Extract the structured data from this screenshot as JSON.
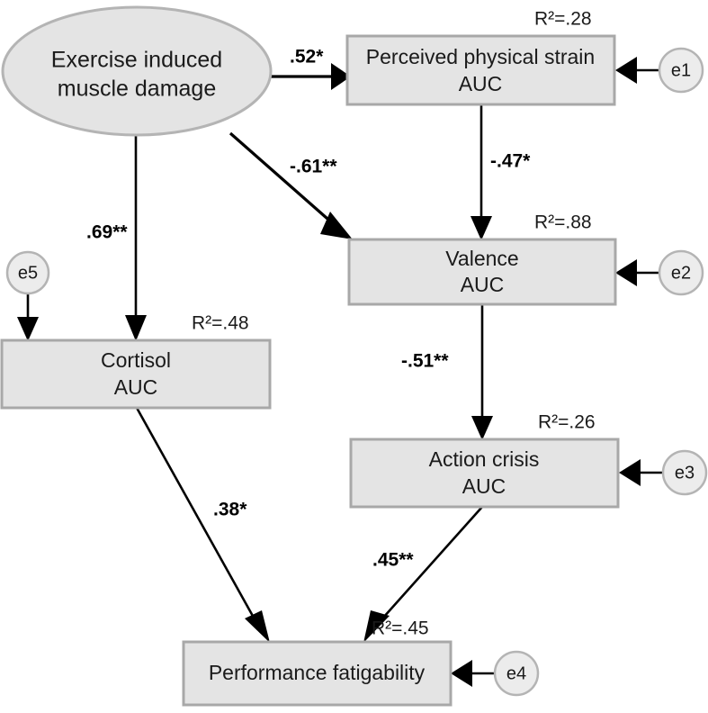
{
  "diagram": {
    "type": "structural-equation-model-path-diagram",
    "title": "",
    "background_color": "#ffffff",
    "node_fill": "#e4e4e4",
    "node_stroke": "#a8a8a8",
    "error_fill": "#ececec",
    "path_color": "#000000"
  },
  "nodes": {
    "latent": {
      "id": "exercise-induced-muscle-damage",
      "shape": "ellipse",
      "line1": "Exercise induced",
      "line2": "muscle damage"
    },
    "observed": [
      {
        "id": "perceived-physical-strain",
        "shape": "rectangle",
        "line1": "Perceived physical strain",
        "line2": "AUC",
        "r2": "R²=.28",
        "error": "e1"
      },
      {
        "id": "valence",
        "shape": "rectangle",
        "line1": "Valence",
        "line2": "AUC",
        "r2": "R²=.88",
        "error": "e2"
      },
      {
        "id": "cortisol",
        "shape": "rectangle",
        "line1": "Cortisol",
        "line2": "AUC",
        "r2": "R²=.48",
        "error": "e5"
      },
      {
        "id": "action-crisis",
        "shape": "rectangle",
        "line1": "Action crisis",
        "line2": "AUC",
        "r2": "R²=.26",
        "error": "e3"
      },
      {
        "id": "performance-fatigability",
        "shape": "rectangle",
        "line1": "Performance fatigability",
        "line2": "",
        "r2": "R²=.45",
        "error": "e4"
      }
    ]
  },
  "paths": [
    {
      "id": "emd-to-perceived-strain",
      "from": "Exercise induced muscle damage",
      "to": "Perceived physical strain AUC",
      "coefficient": ".52*"
    },
    {
      "id": "emd-to-valence",
      "from": "Exercise induced muscle damage",
      "to": "Valence AUC",
      "coefficient": "-.61**"
    },
    {
      "id": "emd-to-cortisol",
      "from": "Exercise induced muscle damage",
      "to": "Cortisol AUC",
      "coefficient": ".69**"
    },
    {
      "id": "perceived-strain-to-valence",
      "from": "Perceived physical strain AUC",
      "to": "Valence AUC",
      "coefficient": "-.47*"
    },
    {
      "id": "valence-to-action-crisis",
      "from": "Valence AUC",
      "to": "Action crisis AUC",
      "coefficient": "-.51**"
    },
    {
      "id": "cortisol-to-performance-fatigability",
      "from": "Cortisol AUC",
      "to": "Performance fatigability",
      "coefficient": ".38*"
    },
    {
      "id": "action-crisis-to-performance-fatigability",
      "from": "Action crisis AUC",
      "to": "Performance fatigability",
      "coefficient": ".45**"
    }
  ],
  "error_terms": [
    "e1",
    "e2",
    "e3",
    "e4",
    "e5"
  ]
}
